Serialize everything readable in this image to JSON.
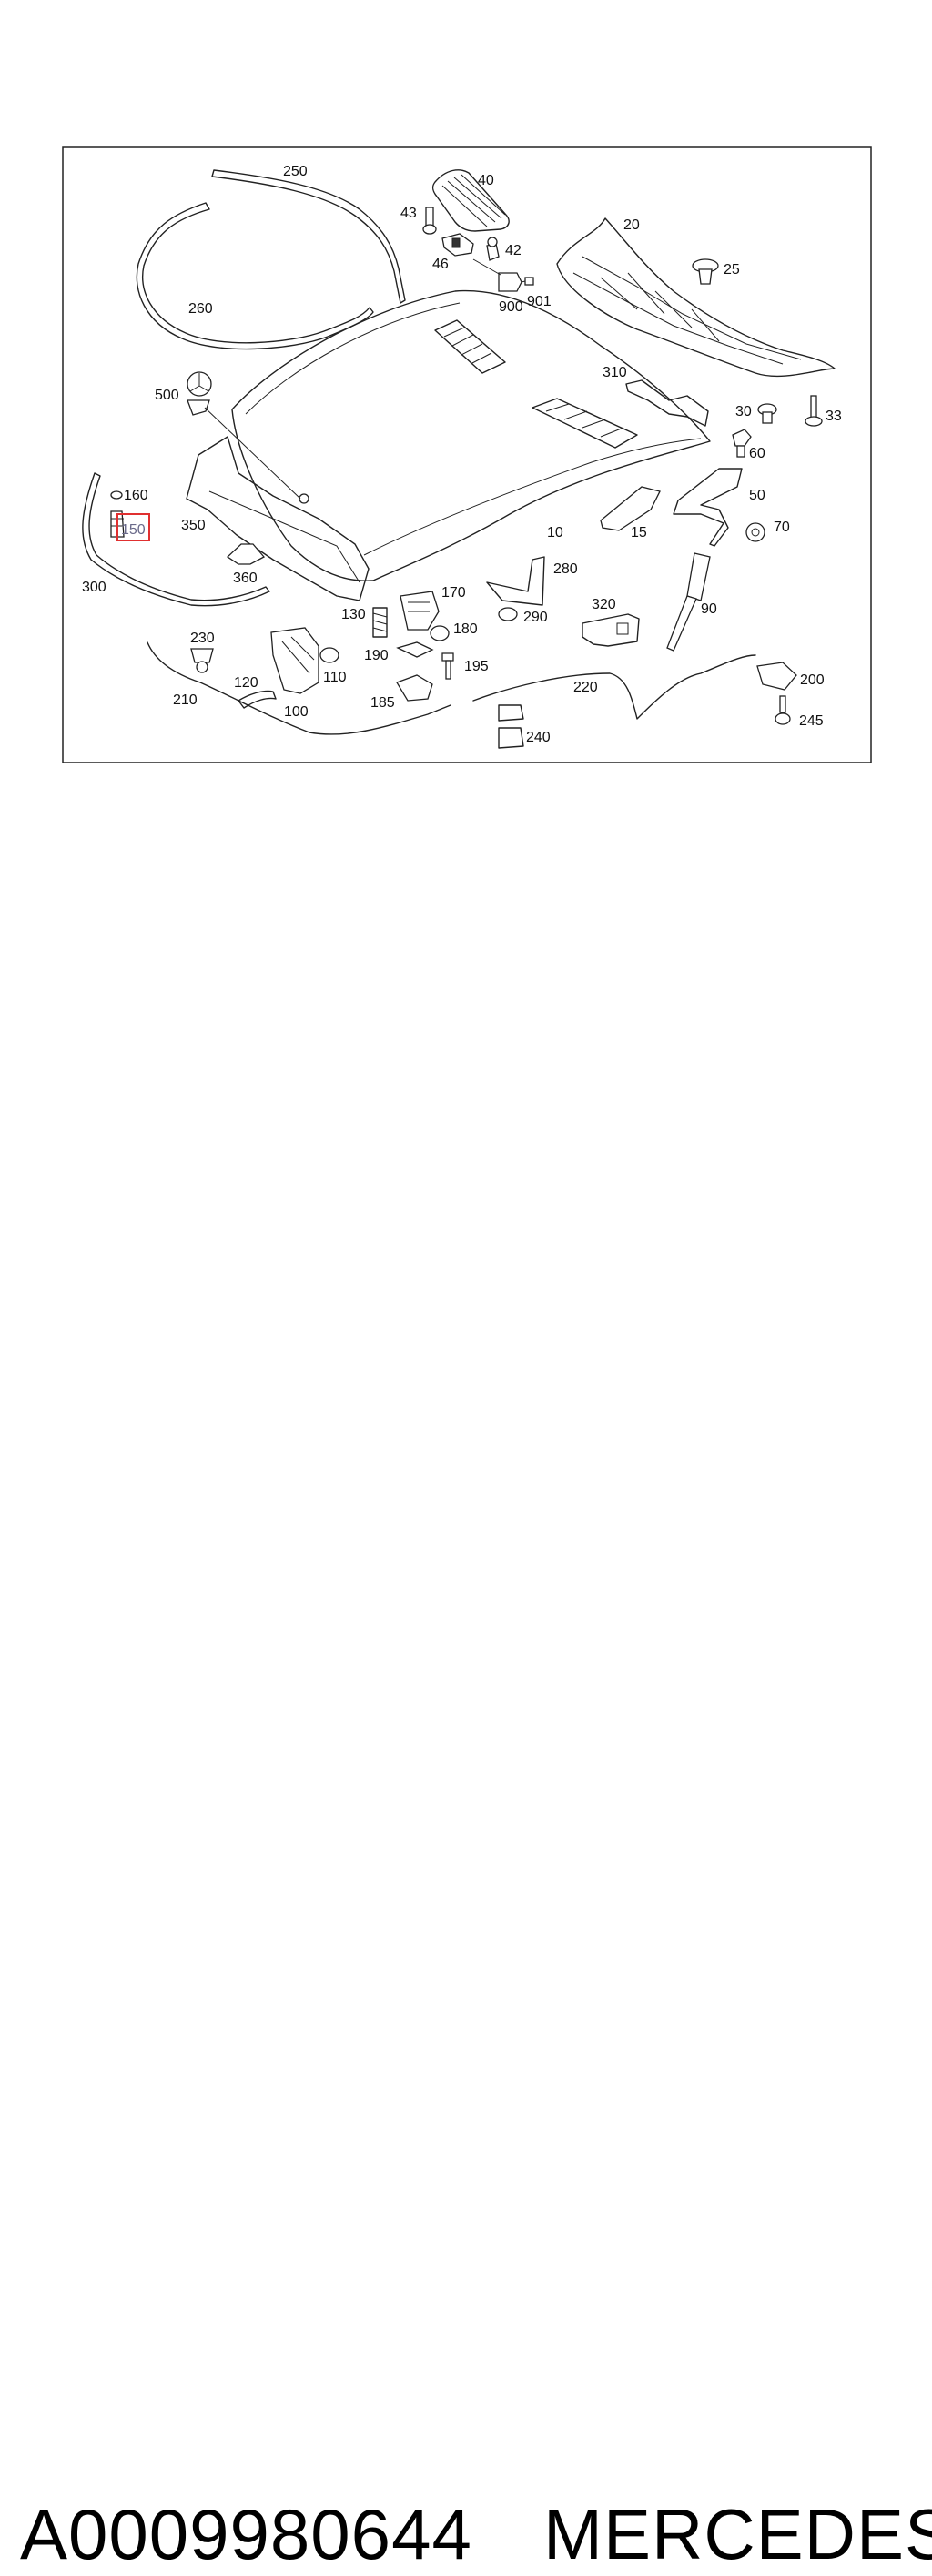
{
  "diagram": {
    "callouts": {
      "c10": "10",
      "c15": "15",
      "c20": "20",
      "c25": "25",
      "c30": "30",
      "c33": "33",
      "c40": "40",
      "c42": "42",
      "c43": "43",
      "c46": "46",
      "c50": "50",
      "c60": "60",
      "c70": "70",
      "c90": "90",
      "c100": "100",
      "c110": "110",
      "c120": "120",
      "c130": "130",
      "c150": "150",
      "c160": "160",
      "c170": "170",
      "c180": "180",
      "c185": "185",
      "c190": "190",
      "c195": "195",
      "c200": "200",
      "c210": "210",
      "c220": "220",
      "c230": "230",
      "c240": "240",
      "c245": "245",
      "c250": "250",
      "c260": "260",
      "c280": "280",
      "c290": "290",
      "c300": "300",
      "c310": "310",
      "c320": "320",
      "c350": "350",
      "c360": "360",
      "c500": "500",
      "c900": "900",
      "c901": "901"
    },
    "highlighted_callout": "150",
    "highlight_color": "#e03030"
  },
  "caption": {
    "part_number": "A0009980644",
    "brand": "MERCEDES"
  }
}
